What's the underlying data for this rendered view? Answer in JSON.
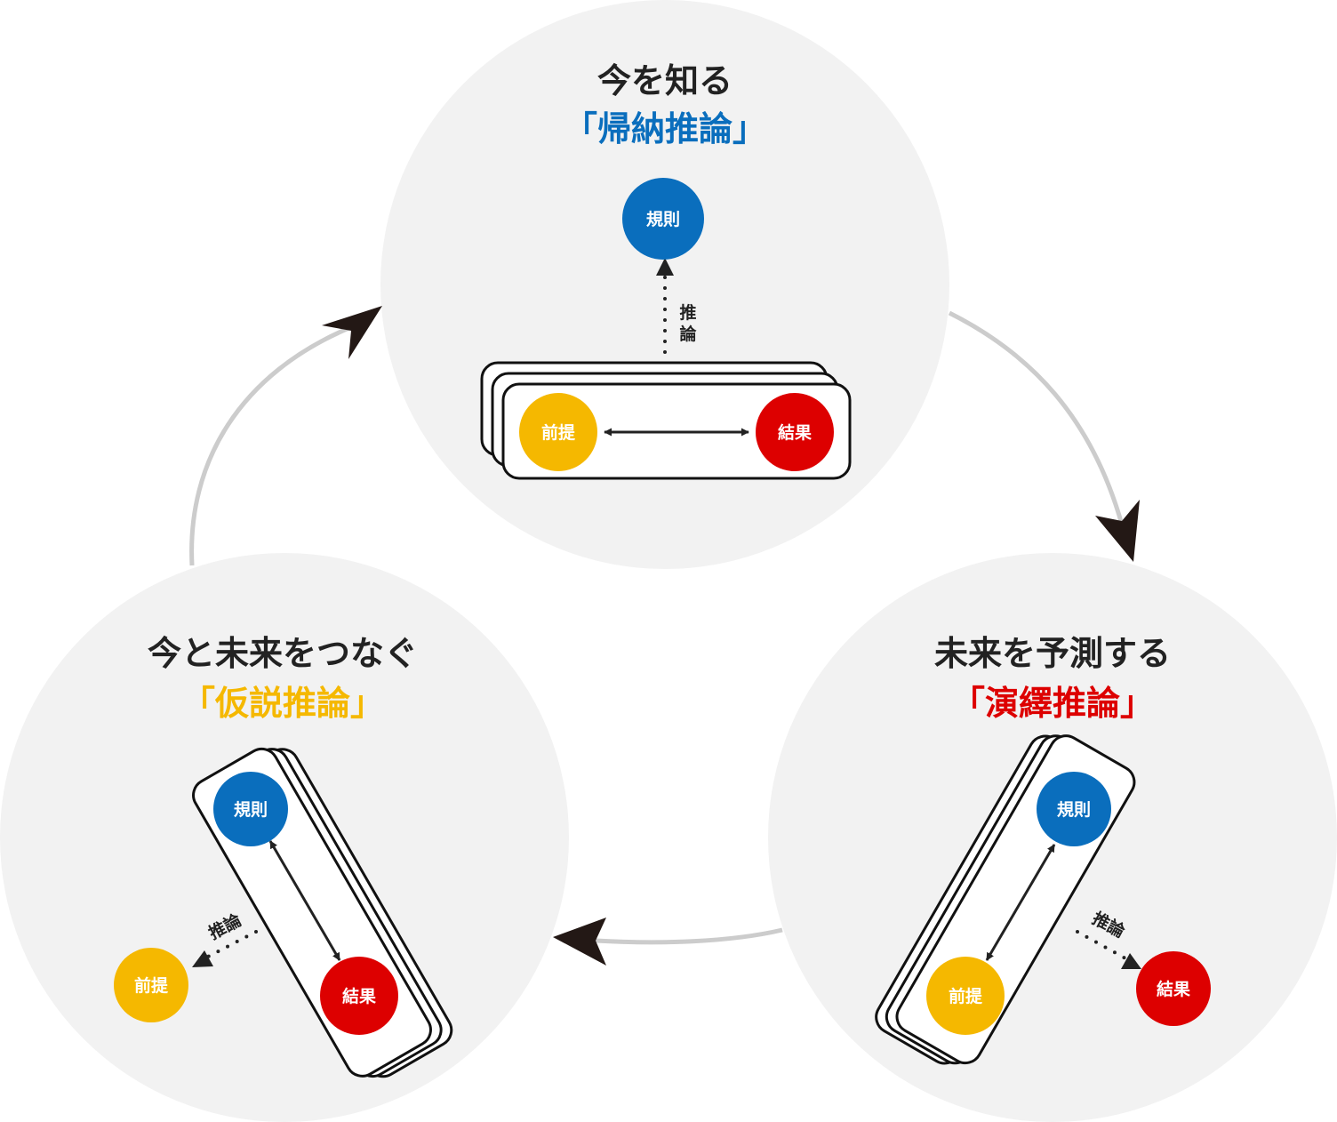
{
  "colors": {
    "blue": "#0a6ebd",
    "yellow": "#f5b800",
    "red": "#dd0000",
    "circle_bg": "#f2f2f2",
    "arrow_head": "#231815"
  },
  "top": {
    "title": "今を知る",
    "subtitle": "「帰納推論」",
    "rule": "規則",
    "premise": "前提",
    "result": "結果",
    "infer": "推論",
    "infer_top": "推",
    "infer_bottom": "論"
  },
  "right": {
    "title": "未来を予測する",
    "subtitle": "「演繹推論」",
    "rule": "規則",
    "premise": "前提",
    "result": "結果",
    "infer": "推論"
  },
  "left": {
    "title": "今と未来をつなぐ",
    "subtitle": "「仮説推論」",
    "rule": "規則",
    "premise": "前提",
    "result": "結果",
    "infer": "推論"
  }
}
